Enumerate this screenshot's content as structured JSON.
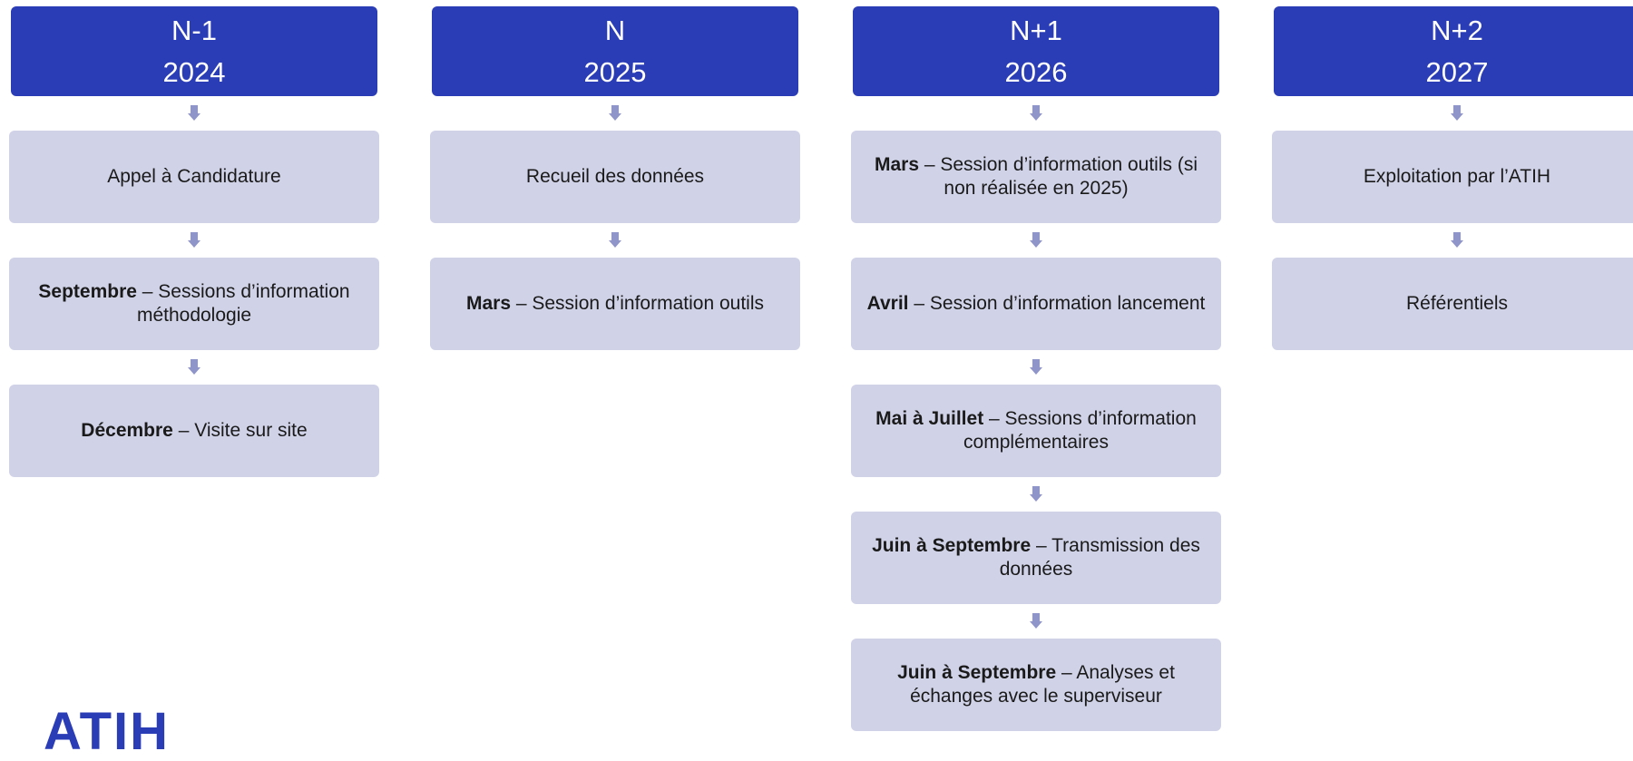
{
  "colors": {
    "header": "#2b3db6",
    "box": "#d0d3e8",
    "arrow": "#8f94c9"
  },
  "columns": [
    {
      "header_line1": "N-1",
      "header_line2": "2024",
      "steps": [
        {
          "bold": "",
          "rest": "Appel à Candidature"
        },
        {
          "bold": "Septembre",
          "rest": " – Sessions d’information méthodologie"
        },
        {
          "bold": "Décembre",
          "rest": " – Visite sur site"
        }
      ]
    },
    {
      "header_line1": "N",
      "header_line2": "2025",
      "steps": [
        {
          "bold": "",
          "rest": "Recueil des données"
        },
        {
          "bold": "Mars",
          "rest": " – Session d’information outils"
        }
      ]
    },
    {
      "header_line1": "N+1",
      "header_line2": "2026",
      "steps": [
        {
          "bold": "Mars",
          "rest": " – Session d’information outils (si non réalisée en 2025)"
        },
        {
          "bold": "Avril",
          "rest": " – Session d’information lancement"
        },
        {
          "bold": "Mai à Juillet",
          "rest": " – Sessions d’information complémentaires"
        },
        {
          "bold": "Juin à Septembre",
          "rest": " – Transmission des données"
        },
        {
          "bold": "Juin à Septembre",
          "rest": " – Analyses et échanges avec le superviseur"
        }
      ]
    },
    {
      "header_line1": "N+2",
      "header_line2": "2027",
      "steps": [
        {
          "bold": "",
          "rest": "Exploitation par l’ATIH"
        },
        {
          "bold": "",
          "rest": "Référentiels"
        }
      ]
    }
  ],
  "logo": {
    "text": "ATIH"
  }
}
